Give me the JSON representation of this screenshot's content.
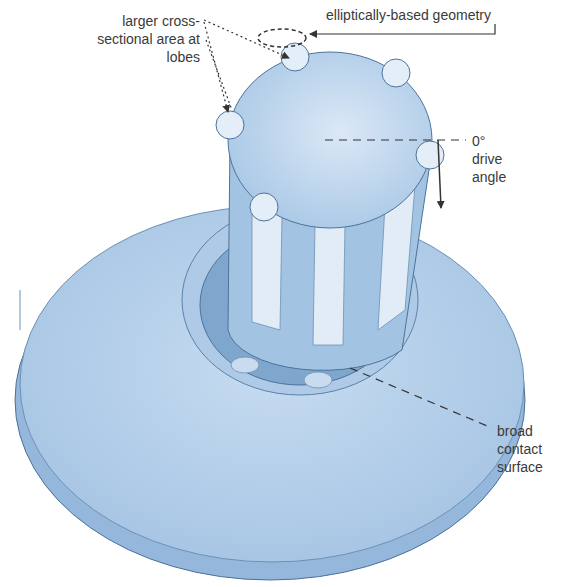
{
  "diagram": {
    "labels": [
      "larger cross-sectional area at lobes",
      "elliptically-based geometry",
      "0° drive angle",
      "broad contact surface"
    ]
  }
}
